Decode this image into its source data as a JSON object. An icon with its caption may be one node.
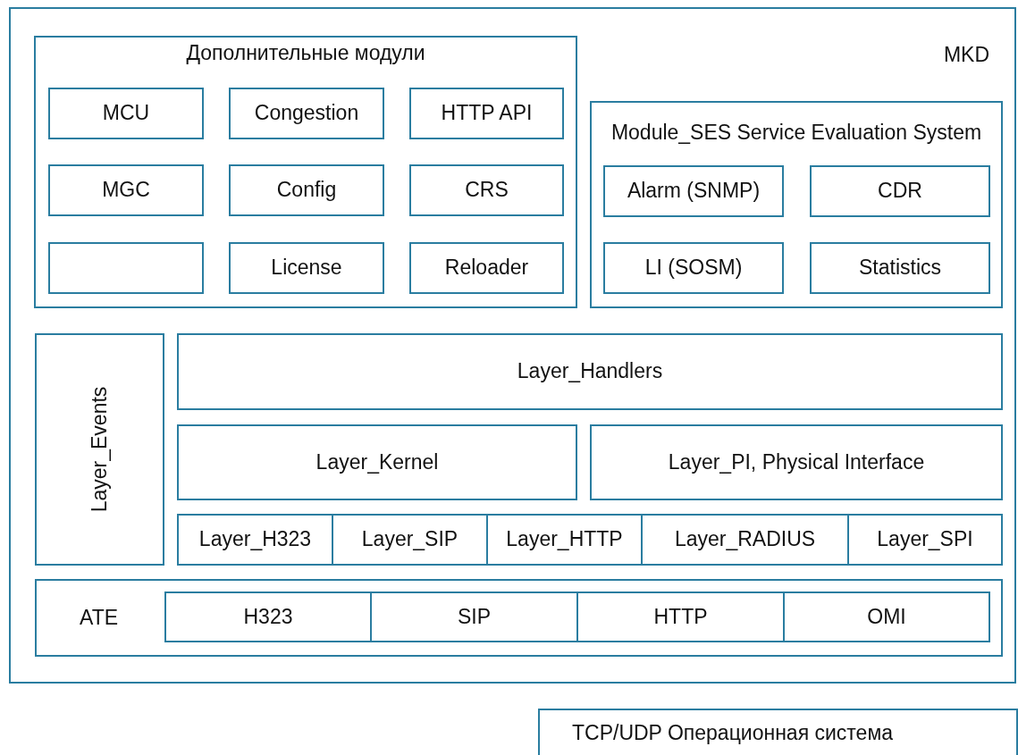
{
  "diagram": {
    "nodes": [
      {
        "text": [
          "MKD"
        ]
      },
      {
        "text": [
          "Дополнительные модули"
        ],
        "in": 0
      },
      {
        "text": [
          "MCU"
        ],
        "in": 1
      },
      {
        "text": [
          "Congestion"
        ],
        "in": 1
      },
      {
        "text": [
          "HTTP API"
        ],
        "in": 1
      },
      {
        "text": [
          "MGC"
        ],
        "in": 1
      },
      {
        "text": [
          "Config"
        ],
        "in": 1
      },
      {
        "text": [
          "CRS"
        ],
        "in": 1
      },
      {
        "text": [],
        "shape": "box",
        "in": 1
      },
      {
        "text": [
          "License"
        ],
        "in": 1
      },
      {
        "text": [
          "Reloader"
        ],
        "in": 1
      },
      {
        "text": [
          "Module_SES Service Evaluation System"
        ],
        "in": 0
      },
      {
        "text": [
          "Alarm (SNMP)"
        ],
        "in": 11
      },
      {
        "text": [
          "CDR"
        ],
        "in": 11
      },
      {
        "text": [
          "LI (SOSM)"
        ],
        "in": 11
      },
      {
        "text": [
          "Statistics"
        ],
        "in": 11
      },
      {
        "text": [
          "Layer_Events"
        ],
        "in": 0
      },
      {
        "text": [
          "Layer_Handlers"
        ],
        "in": 0
      },
      {
        "text": [
          "Layer_Kernel"
        ],
        "in": 0
      },
      {
        "text": [
          "Layer_PI, Physical Interface"
        ],
        "in": 0
      },
      {
        "text": [
          "Layer_H323"
        ],
        "in": 0
      },
      {
        "text": [
          "Layer_SIP"
        ],
        "in": 0
      },
      {
        "text": [
          "Layer_HTTP"
        ],
        "in": 0
      },
      {
        "text": [
          "Layer_RADIUS"
        ],
        "in": 0
      },
      {
        "text": [
          "Layer_SPI"
        ],
        "in": 0
      },
      {
        "text": [
          "ATE"
        ],
        "in": 0
      },
      {
        "text": [
          "H323"
        ],
        "in": 25
      },
      {
        "text": [
          "SIP"
        ],
        "in": 25
      },
      {
        "text": [
          "HTTP"
        ],
        "in": 25
      },
      {
        "text": [
          "OMI"
        ],
        "in": 25
      },
      {
        "text": [
          "TCP/UDP Операционная система"
        ]
      }
    ],
    "edges": []
  }
}
